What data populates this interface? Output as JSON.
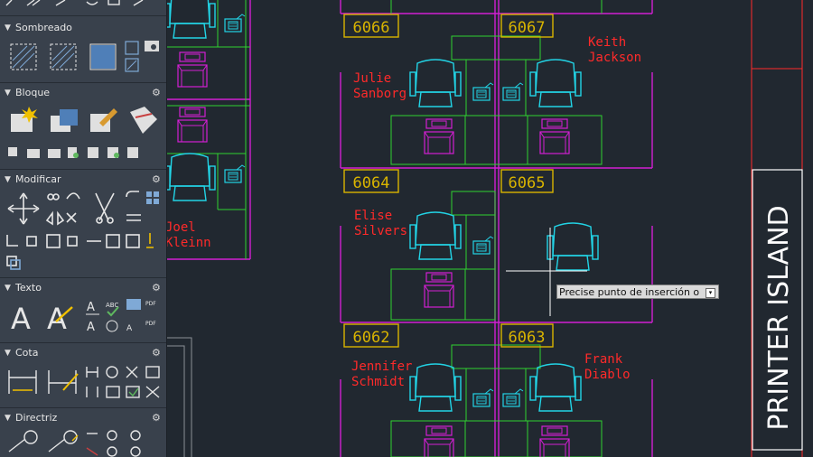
{
  "palette": {
    "sections": [
      {
        "title": "Sombreado"
      },
      {
        "title": "Bloque"
      },
      {
        "title": "Modificar"
      },
      {
        "title": "Texto"
      },
      {
        "title": "Cota"
      },
      {
        "title": "Directriz"
      }
    ]
  },
  "drawing": {
    "rooms": [
      "6066",
      "6067",
      "6064",
      "6065",
      "6062",
      "6063"
    ],
    "names": {
      "keith_1": "Keith",
      "keith_2": "Jackson",
      "julie_1": "Julie",
      "julie_2": "Sanborg",
      "elise_1": "Elise",
      "elise_2": "Silvers",
      "jennifer_1": "Jennifer",
      "jennifer_2": "Schmidt",
      "frank_1": "Frank",
      "frank_2": "Diablo",
      "joel_1": "Joel",
      "joel_2": "Kleinn"
    },
    "printer_island": "PRINTER ISLAND"
  },
  "tooltip": {
    "text": "Precise punto de inserción o"
  },
  "colors": {
    "background": "#212830",
    "magenta": "#d21fd2",
    "green": "#2fd22f",
    "cyan": "#22d4e6",
    "yellow_label": "#d9b400",
    "red_text": "#ff2a2a",
    "palette": "#39414c"
  }
}
